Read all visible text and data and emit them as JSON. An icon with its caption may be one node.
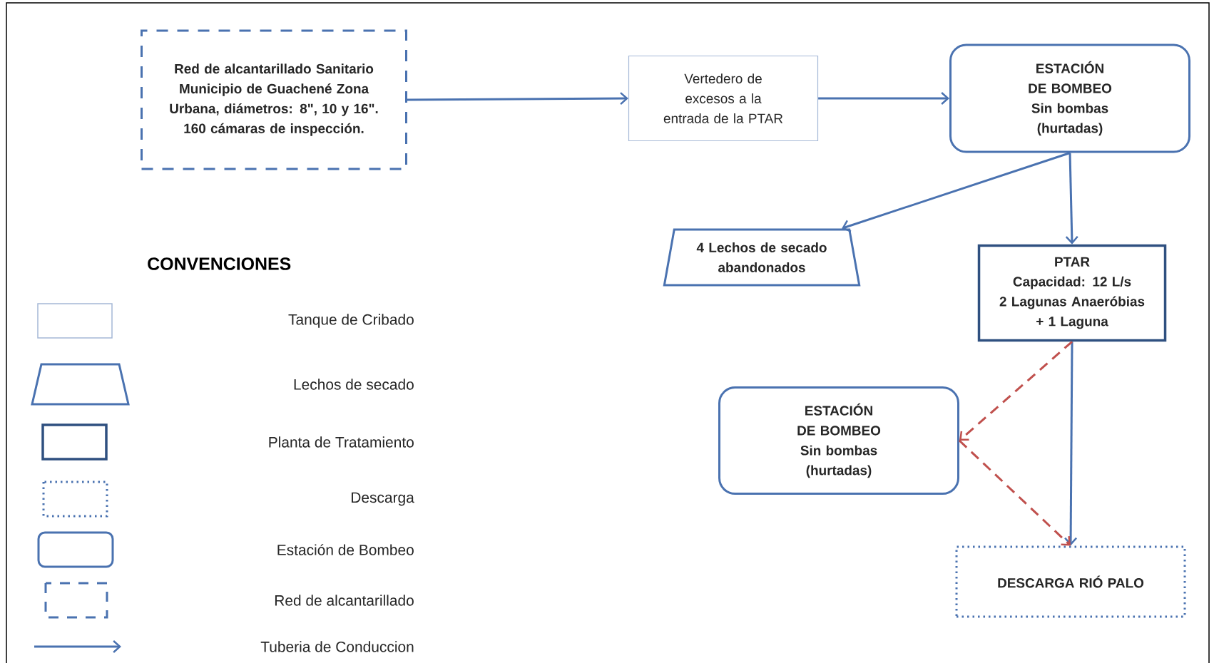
{
  "diagram": {
    "nodes": [
      {
        "text": [
          "Red de alcantarillado Sanitario Municipio de Guachené Zona Urbana, diámetros: 8\", 10 y 16\". 160 cámaras de inspección."
        ]
      },
      {
        "text": [
          "Vertedero de excesos a la entrada de la PTAR"
        ]
      },
      {
        "text": [
          "ESTACIÓN DE BOMBEO",
          "Sin bombas (hurtadas)"
        ]
      },
      {
        "text": [
          "4 Lechos de secado abandonados"
        ]
      },
      {
        "text": [
          "PTAR",
          "Capacidad: 12 L/s",
          "2 Lagunas Anaeróbias + 1 Laguna"
        ]
      },
      {
        "text": [
          "ESTACIÓN DE BOMBEO",
          "Sin bombas (hurtadas)"
        ]
      },
      {
        "text": [
          "DESCARGA RIÓ PALO"
        ]
      }
    ],
    "edges": [
      {
        "from": 0,
        "to": 1,
        "arrow": "to"
      },
      {
        "from": 1,
        "to": 2,
        "arrow": "to"
      },
      {
        "from": 2,
        "to": 3,
        "arrow": "to"
      },
      {
        "from": 2,
        "to": 4,
        "arrow": "to"
      },
      {
        "from": 4,
        "to": 6,
        "arrow": "to"
      },
      {
        "from": 4,
        "to": 5,
        "arrow": "to",
        "style": "dashed",
        "color": "#c0504d"
      },
      {
        "from": 5,
        "to": 6,
        "arrow": "to",
        "style": "dashed",
        "color": "#c0504d"
      }
    ],
    "labels": [
      "CONVENCIONES"
    ],
    "legend": [
      {
        "text": "Tanque de Cribado"
      },
      {
        "text": "Lechos de secado"
      },
      {
        "text": "Planta de Tratamiento"
      },
      {
        "text": "Descarga"
      },
      {
        "text": "Estación de Bombeo"
      },
      {
        "text": "Red de alcantarillado"
      },
      {
        "text": "Tuberia de Conduccion"
      }
    ]
  }
}
